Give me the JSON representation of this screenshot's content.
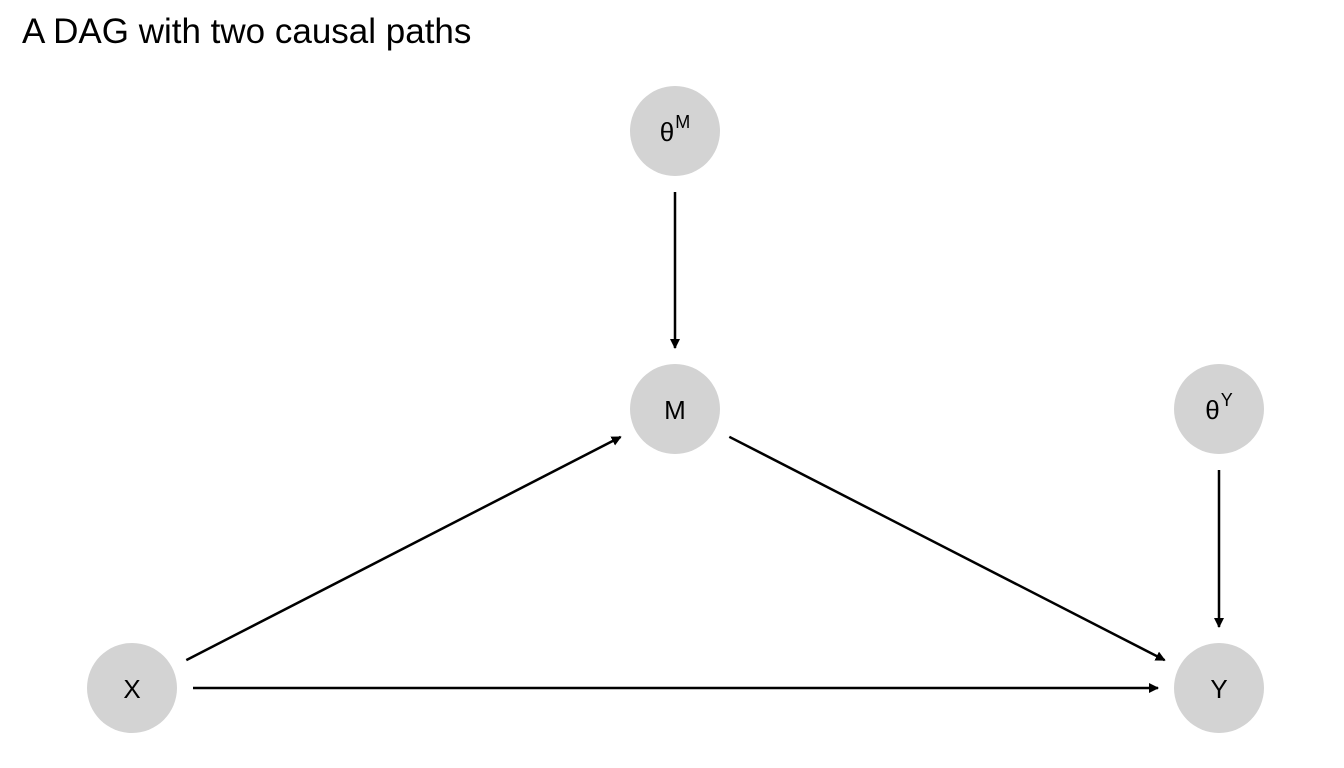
{
  "title": "A DAG with two causal paths",
  "colors": {
    "node_fill": "#d3d3d3",
    "edge": "#000000",
    "text": "#000000"
  },
  "nodes": [
    {
      "id": "thetaM",
      "label": "θ",
      "sup": "M"
    },
    {
      "id": "M",
      "label": "M",
      "sup": ""
    },
    {
      "id": "thetaY",
      "label": "θ",
      "sup": "Y"
    },
    {
      "id": "X",
      "label": "X",
      "sup": ""
    },
    {
      "id": "Y",
      "label": "Y",
      "sup": ""
    }
  ],
  "edges": [
    {
      "from": "thetaM",
      "to": "M"
    },
    {
      "from": "X",
      "to": "M"
    },
    {
      "from": "M",
      "to": "Y"
    },
    {
      "from": "thetaY",
      "to": "Y"
    },
    {
      "from": "X",
      "to": "Y"
    }
  ]
}
